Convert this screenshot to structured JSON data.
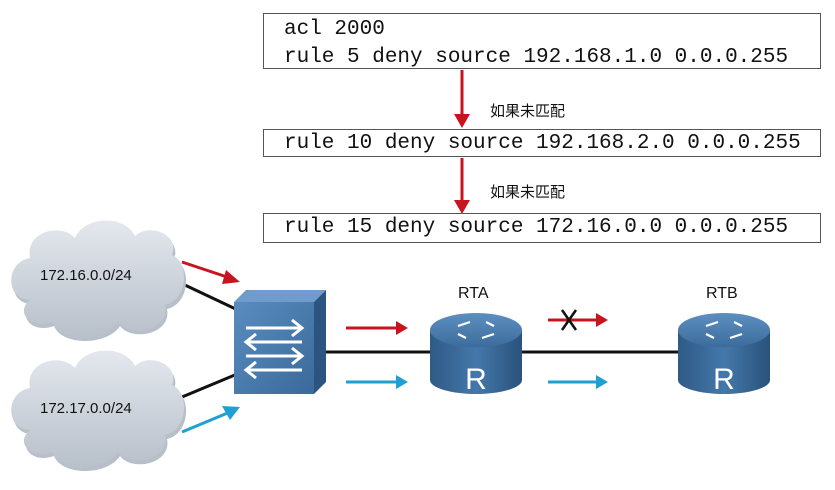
{
  "acl": {
    "header": "acl 2000",
    "rule5": "rule 5 deny source 192.168.1.0 0.0.0.255",
    "rule10": "rule 10 deny source 192.168.2.0 0.0.0.255",
    "rule15": "rule 15 deny source 172.16.0.0 0.0.0.255"
  },
  "flow": {
    "no_match_1": "如果未匹配",
    "no_match_2": "如果未匹配"
  },
  "networks": {
    "net1": "172.16.0.0/24",
    "net2": "172.17.0.0/24"
  },
  "devices": {
    "rta": "RTA",
    "rtb": "RTB",
    "router_letter": "R"
  },
  "colors": {
    "red_arrow": "#c8141e",
    "blue_arrow": "#1ea0d2",
    "device_blue": "#3a6a9a",
    "cloud_fill": "#c9d0d8"
  }
}
